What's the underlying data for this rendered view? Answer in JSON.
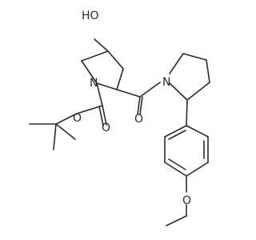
{
  "molecule": {
    "labels": {
      "hydroxyl": "HO",
      "pyrrolidine_n1": "N",
      "pyrrolidine_n2": "N",
      "carbamate_o_ester": "O",
      "carbamate_o_carbonyl": "O",
      "amide_o": "O",
      "methoxy_o": "O"
    }
  }
}
